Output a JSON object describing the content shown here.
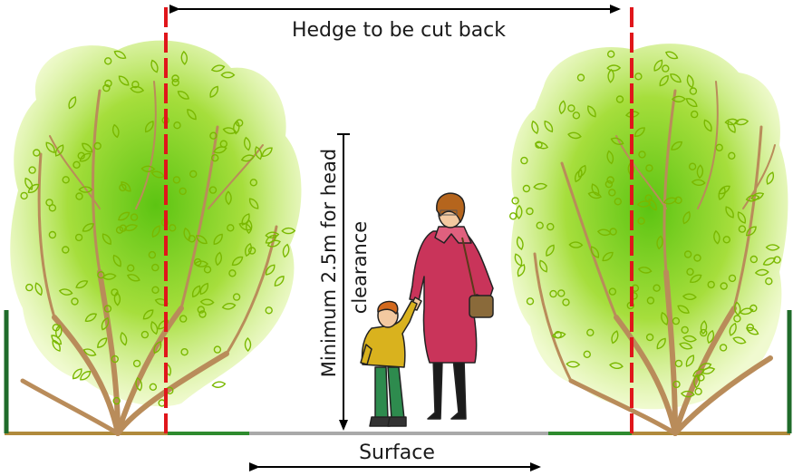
{
  "labels": {
    "top": "Hedge to be cut back",
    "vertical_line1": "Minimum 2.5m for head",
    "vertical_line2": "clearance",
    "bottom": "Surface"
  },
  "colors": {
    "cut_line": "#e0161b",
    "foliage_light": "#c8ec5a",
    "foliage_dark": "#7bcc1e",
    "trunk": "#b98c5a",
    "ground": "#b08a3c",
    "grass": "#2e8b2e",
    "path_surface": "#a9a9a9",
    "post": "#1f6b2a",
    "leaf_outline": "#7ab800"
  },
  "illustrations": {
    "left_hedge": "hedge-bush",
    "right_hedge": "hedge-bush",
    "figures": "adult-and-child-walking"
  }
}
